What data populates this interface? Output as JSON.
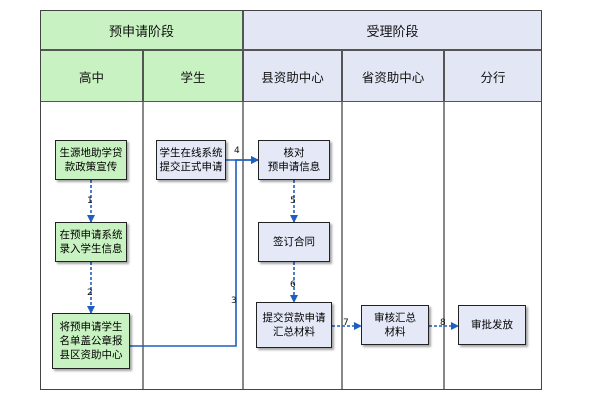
{
  "phases": {
    "pre_application": "预申请阶段",
    "acceptance": "受理阶段"
  },
  "lanes": {
    "high_school": "高中",
    "student": "学生",
    "county_center": "县资助中心",
    "province_center": "省资助中心",
    "branch": "分行"
  },
  "boxes": {
    "policy_promo": "生源地助学贷\n款政策宣传",
    "enter_info": "在预申请系统\n录入学生信息",
    "submit_list": "将预申请学生\n名单盖公章报\n县区资助中心",
    "online_apply": "学生在线系统\n提交正式申请",
    "verify": "核对\n预申请信息",
    "sign": "签订合同",
    "submit_summary": "提交贷款申请\n汇总材料",
    "review": "审核汇总\n材料",
    "approve": "审批发放"
  },
  "steps": {
    "s1": "1",
    "s2": "2",
    "s3": "3",
    "s4": "4",
    "s5": "5",
    "s6": "6",
    "s7": "7",
    "s8": "8"
  },
  "colors": {
    "pre_phase": "#c8f2c1",
    "accept_phase": "#e3e7f5",
    "arrow": "#1f5fbf"
  }
}
